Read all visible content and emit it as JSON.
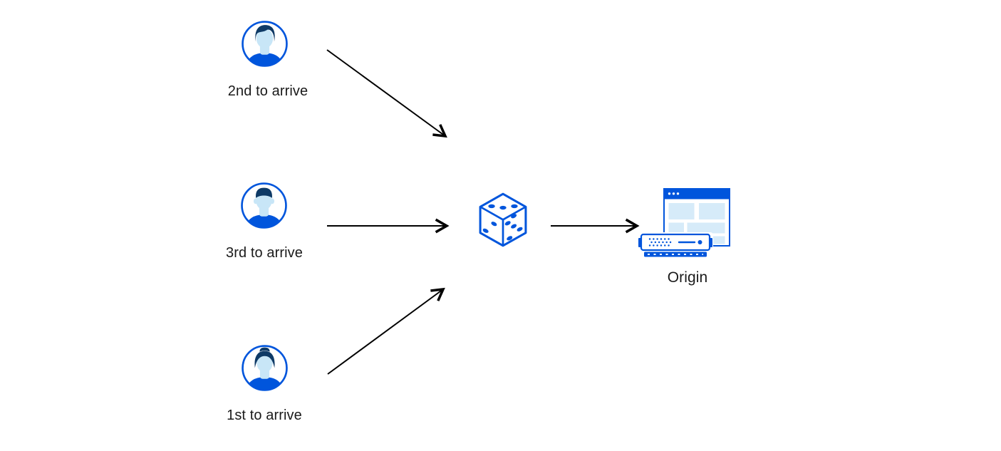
{
  "colors": {
    "primary_blue": "#0055dc",
    "navy": "#0e3a66",
    "face_blue": "#c8e6f7",
    "panel_blue": "#d6ebf9",
    "arrow": "#000000",
    "text": "#1a1a1a"
  },
  "nodes": {
    "client_top": {
      "label": "2nd to arrive",
      "icon": "male-user-avatar"
    },
    "client_middle": {
      "label": "3rd to arrive",
      "icon": "male-user-avatar"
    },
    "client_bottom": {
      "label": "1st to arrive",
      "icon": "female-user-avatar"
    },
    "steering": {
      "icon": "dice"
    },
    "origin": {
      "label": "Origin",
      "icon": "origin-server-browser"
    }
  },
  "edges": [
    {
      "from": "client_top",
      "to": "steering"
    },
    {
      "from": "client_middle",
      "to": "steering"
    },
    {
      "from": "client_bottom",
      "to": "steering"
    },
    {
      "from": "steering",
      "to": "origin"
    }
  ]
}
